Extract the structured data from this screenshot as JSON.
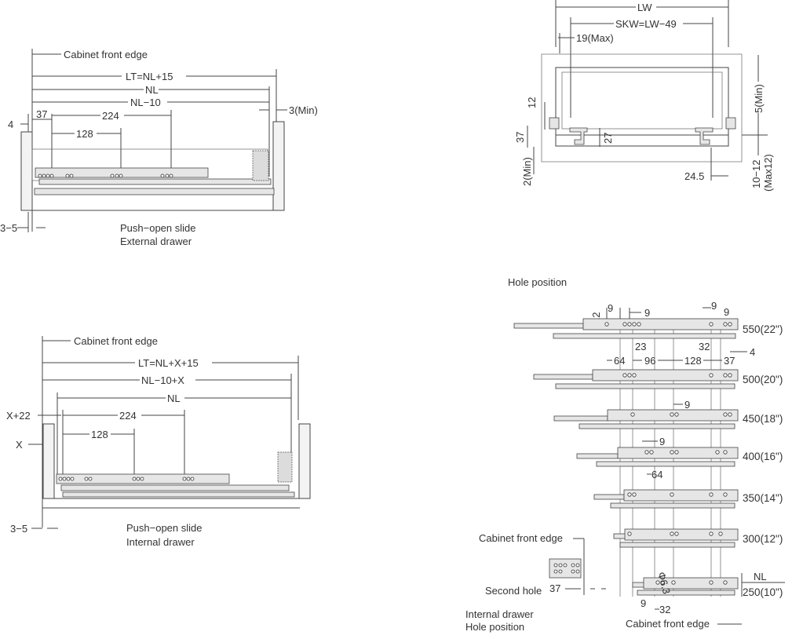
{
  "external": {
    "cabinet_front_edge": "Cabinet front edge",
    "lt": "LT=NL+15",
    "nl": "NL",
    "nl_minus": "NL−10",
    "min3": "3(Min)",
    "d4": "4",
    "d37": "37",
    "d224": "224",
    "d128": "128",
    "d35": "3−5",
    "caption_1": "Push−open slide",
    "caption_2": "External drawer"
  },
  "internal": {
    "cabinet_front_edge": "Cabinet front edge",
    "lt": "LT=NL+X+15",
    "nlx": "NL−10+X",
    "nl": "NL",
    "x22": "X+22",
    "x": "X",
    "d224": "224",
    "d128": "128",
    "d35": "3−5",
    "caption_1": "Push−open slide",
    "caption_2": "Internal drawer"
  },
  "section": {
    "lw": "LW",
    "skw": "SKW=LW−49",
    "max19": "19(Max)",
    "d12": "12",
    "d37": "37",
    "d27": "27",
    "min2": "2(Min)",
    "d245": "24.5",
    "min5": "5(Min)",
    "range": "10−12",
    "max12": "(Max12)"
  },
  "holes": {
    "title": "Hole position",
    "d12": "12",
    "d9a": "9",
    "d9b": "9",
    "d9c": "9",
    "d9d": "9",
    "d23": "23",
    "d32": "32",
    "d4": "4",
    "d64": "64",
    "d96": "96",
    "d128": "128",
    "d37": "37",
    "d9e": "9",
    "d9f": "9",
    "d64b": "64",
    "phi": "Φ6.3",
    "d9g": "9",
    "d32b": "32",
    "nl": "NL",
    "cabinet_front_edge_left": "Cabinet front edge",
    "second_hole": "Second hole",
    "d37b": "37",
    "internal_drawer": "Internal drawer",
    "hole_position": "Hole position",
    "cabinet_front_edge_bottom": "Cabinet front edge",
    "sizes": [
      "550(22\")",
      "500(20\")",
      "450(18\")",
      "400(16\")",
      "350(14\")",
      "300(12\")",
      "250(10\")"
    ]
  }
}
